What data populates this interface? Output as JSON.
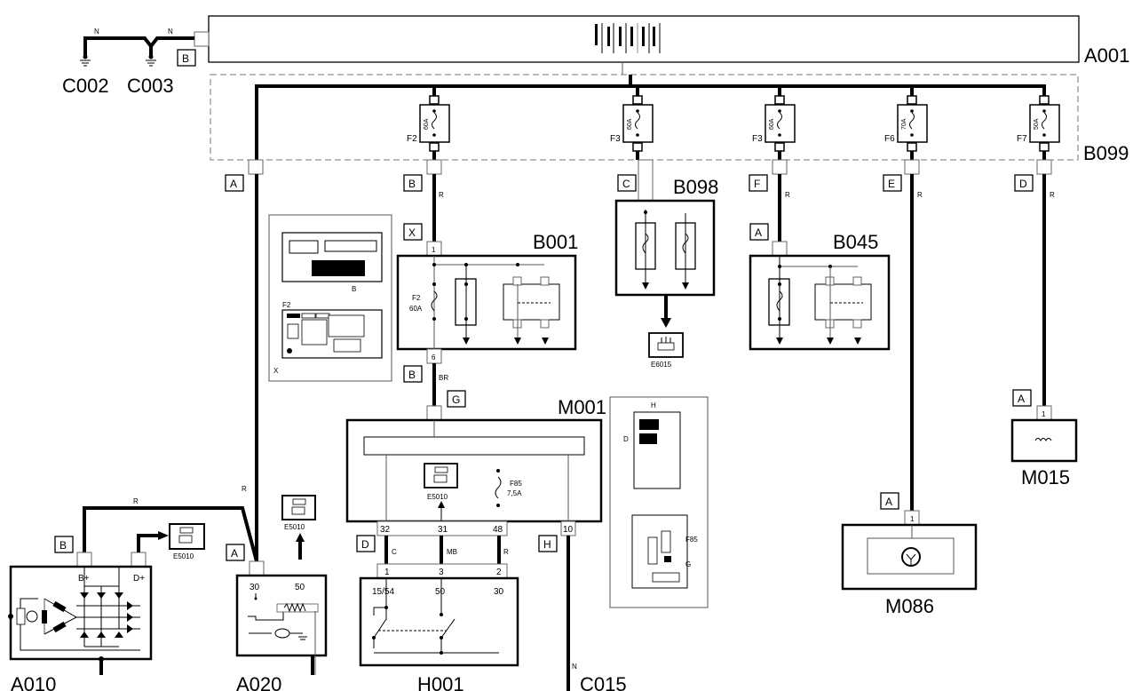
{
  "diagram": {
    "type": "automotive wiring diagram",
    "components": {
      "a001": {
        "code": "A001"
      },
      "b099": {
        "code": "B099"
      },
      "c002": {
        "code": "C002"
      },
      "c003": {
        "code": "C003"
      },
      "b001": {
        "code": "B001",
        "fuse_name": "F2",
        "fuse_rating": "60A"
      },
      "b098": {
        "code": "B098"
      },
      "b045": {
        "code": "B045"
      },
      "m001": {
        "code": "M001",
        "fuse_name": "F85",
        "fuse_rating": "7,5A",
        "symbol_code": "E5010"
      },
      "e6015": {
        "code": "E6015"
      },
      "m015": {
        "code": "M015"
      },
      "m086": {
        "code": "M086"
      },
      "a010": {
        "code": "A010",
        "pin_bplus": "B+",
        "pin_dplus": "D+",
        "ref_symbol": "E5010"
      },
      "a020": {
        "code": "A020",
        "pin_30": "30",
        "pin_50": "50",
        "ref_symbol": "E5010"
      },
      "h001": {
        "code": "H001",
        "term_1554": "15/54",
        "term_50": "50",
        "term_30": "30"
      },
      "c015_partial": {
        "code": "C015"
      }
    },
    "fuses": [
      {
        "name": "F2",
        "rating": "60A"
      },
      {
        "name": "F3",
        "rating": "60A"
      },
      {
        "name": "F3",
        "rating": "60A"
      },
      {
        "name": "F6",
        "rating": "70A"
      },
      {
        "name": "F7",
        "rating": "50A"
      }
    ],
    "connector_labels": {
      "top_b": "B",
      "b099_a": "A",
      "b099_b": "B",
      "b099_c": "C",
      "b099_f": "F",
      "b099_e": "E",
      "b099_d": "D",
      "b001_x": "X",
      "b001_b": "B",
      "b045_a": "A",
      "m001_g": "G",
      "m001_d": "D",
      "m001_h": "H",
      "m015_a": "A",
      "m086_a": "A",
      "a010_b": "B",
      "a020_a": "A"
    },
    "pins": {
      "b001_in": "1",
      "b001_out": "6",
      "m001_32": "32",
      "m001_31": "31",
      "m001_48": "48",
      "m001_10": "10",
      "h001_1": "1",
      "h001_3": "3",
      "h001_2": "2",
      "m015_1": "1",
      "m086_1": "1"
    },
    "wire_colors": {
      "ground_1": "N",
      "ground_2": "N",
      "b001_feed": "R",
      "b001_out": "BR",
      "b045_feed": "R",
      "m086_feed": "R",
      "m015_feed": "R",
      "a020_feed": "R",
      "a010_a020": "R",
      "h001_1": "C",
      "h001_3": "MB",
      "h001_2": "R",
      "m001_10": "N"
    },
    "inset_b001": {
      "label_b": "B",
      "label_f2": "F2",
      "label_x": "X"
    },
    "inset_m001": {
      "label_h": "H",
      "label_d": "D",
      "label_f85": "F85",
      "label_g": "G"
    }
  }
}
